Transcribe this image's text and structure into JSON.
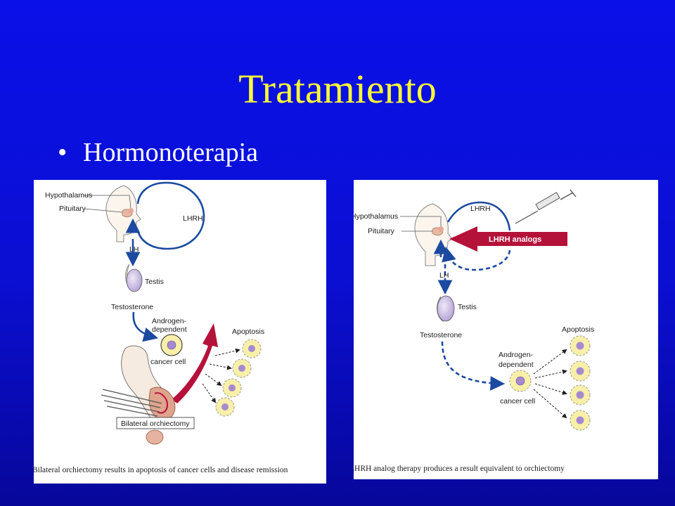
{
  "slide": {
    "title": "Tratamiento",
    "bullet": "Hormonoterapia"
  },
  "left_panel": {
    "labels": {
      "hypothalamus": "Hypothalamus",
      "pituitary": "Pituitary",
      "lhrh": "LHRH",
      "lh": "LH",
      "testis": "Testis",
      "testosterone": "Testosterone",
      "androgen_1": "Androgen-",
      "androgen_2": "dependent",
      "cancer_cell": "cancer cell",
      "apoptosis": "Apoptosis",
      "orchiectomy": "Bilateral orchiectomy"
    },
    "caption": "Bilateral orchiectomy results in apoptosis of cancer cells and disease remission"
  },
  "right_panel": {
    "labels": {
      "hypothalamus": "Hypothalamus",
      "pituitary": "Pituitary",
      "lhrh": "LHRH",
      "lhrh_analogs": "LHRH analogs",
      "lh": "LH",
      "testis": "Testis",
      "testosterone": "Testosterone",
      "androgen_1": "Androgen-",
      "androgen_2": "dependent",
      "cancer_cell": "cancer cell",
      "apoptosis": "Apoptosis"
    },
    "caption": "LHRH analog therapy produces a result equivalent to orchiectomy"
  },
  "colors": {
    "background_top": "#0a10e8",
    "title": "#ffff33",
    "bullet_text": "#ffffff",
    "pathway_blue": "#1b4aa0",
    "drug_red": "#b5123a",
    "cell_yellow": "#f8f0a8",
    "nucleus_purple": "#a58ad0"
  }
}
